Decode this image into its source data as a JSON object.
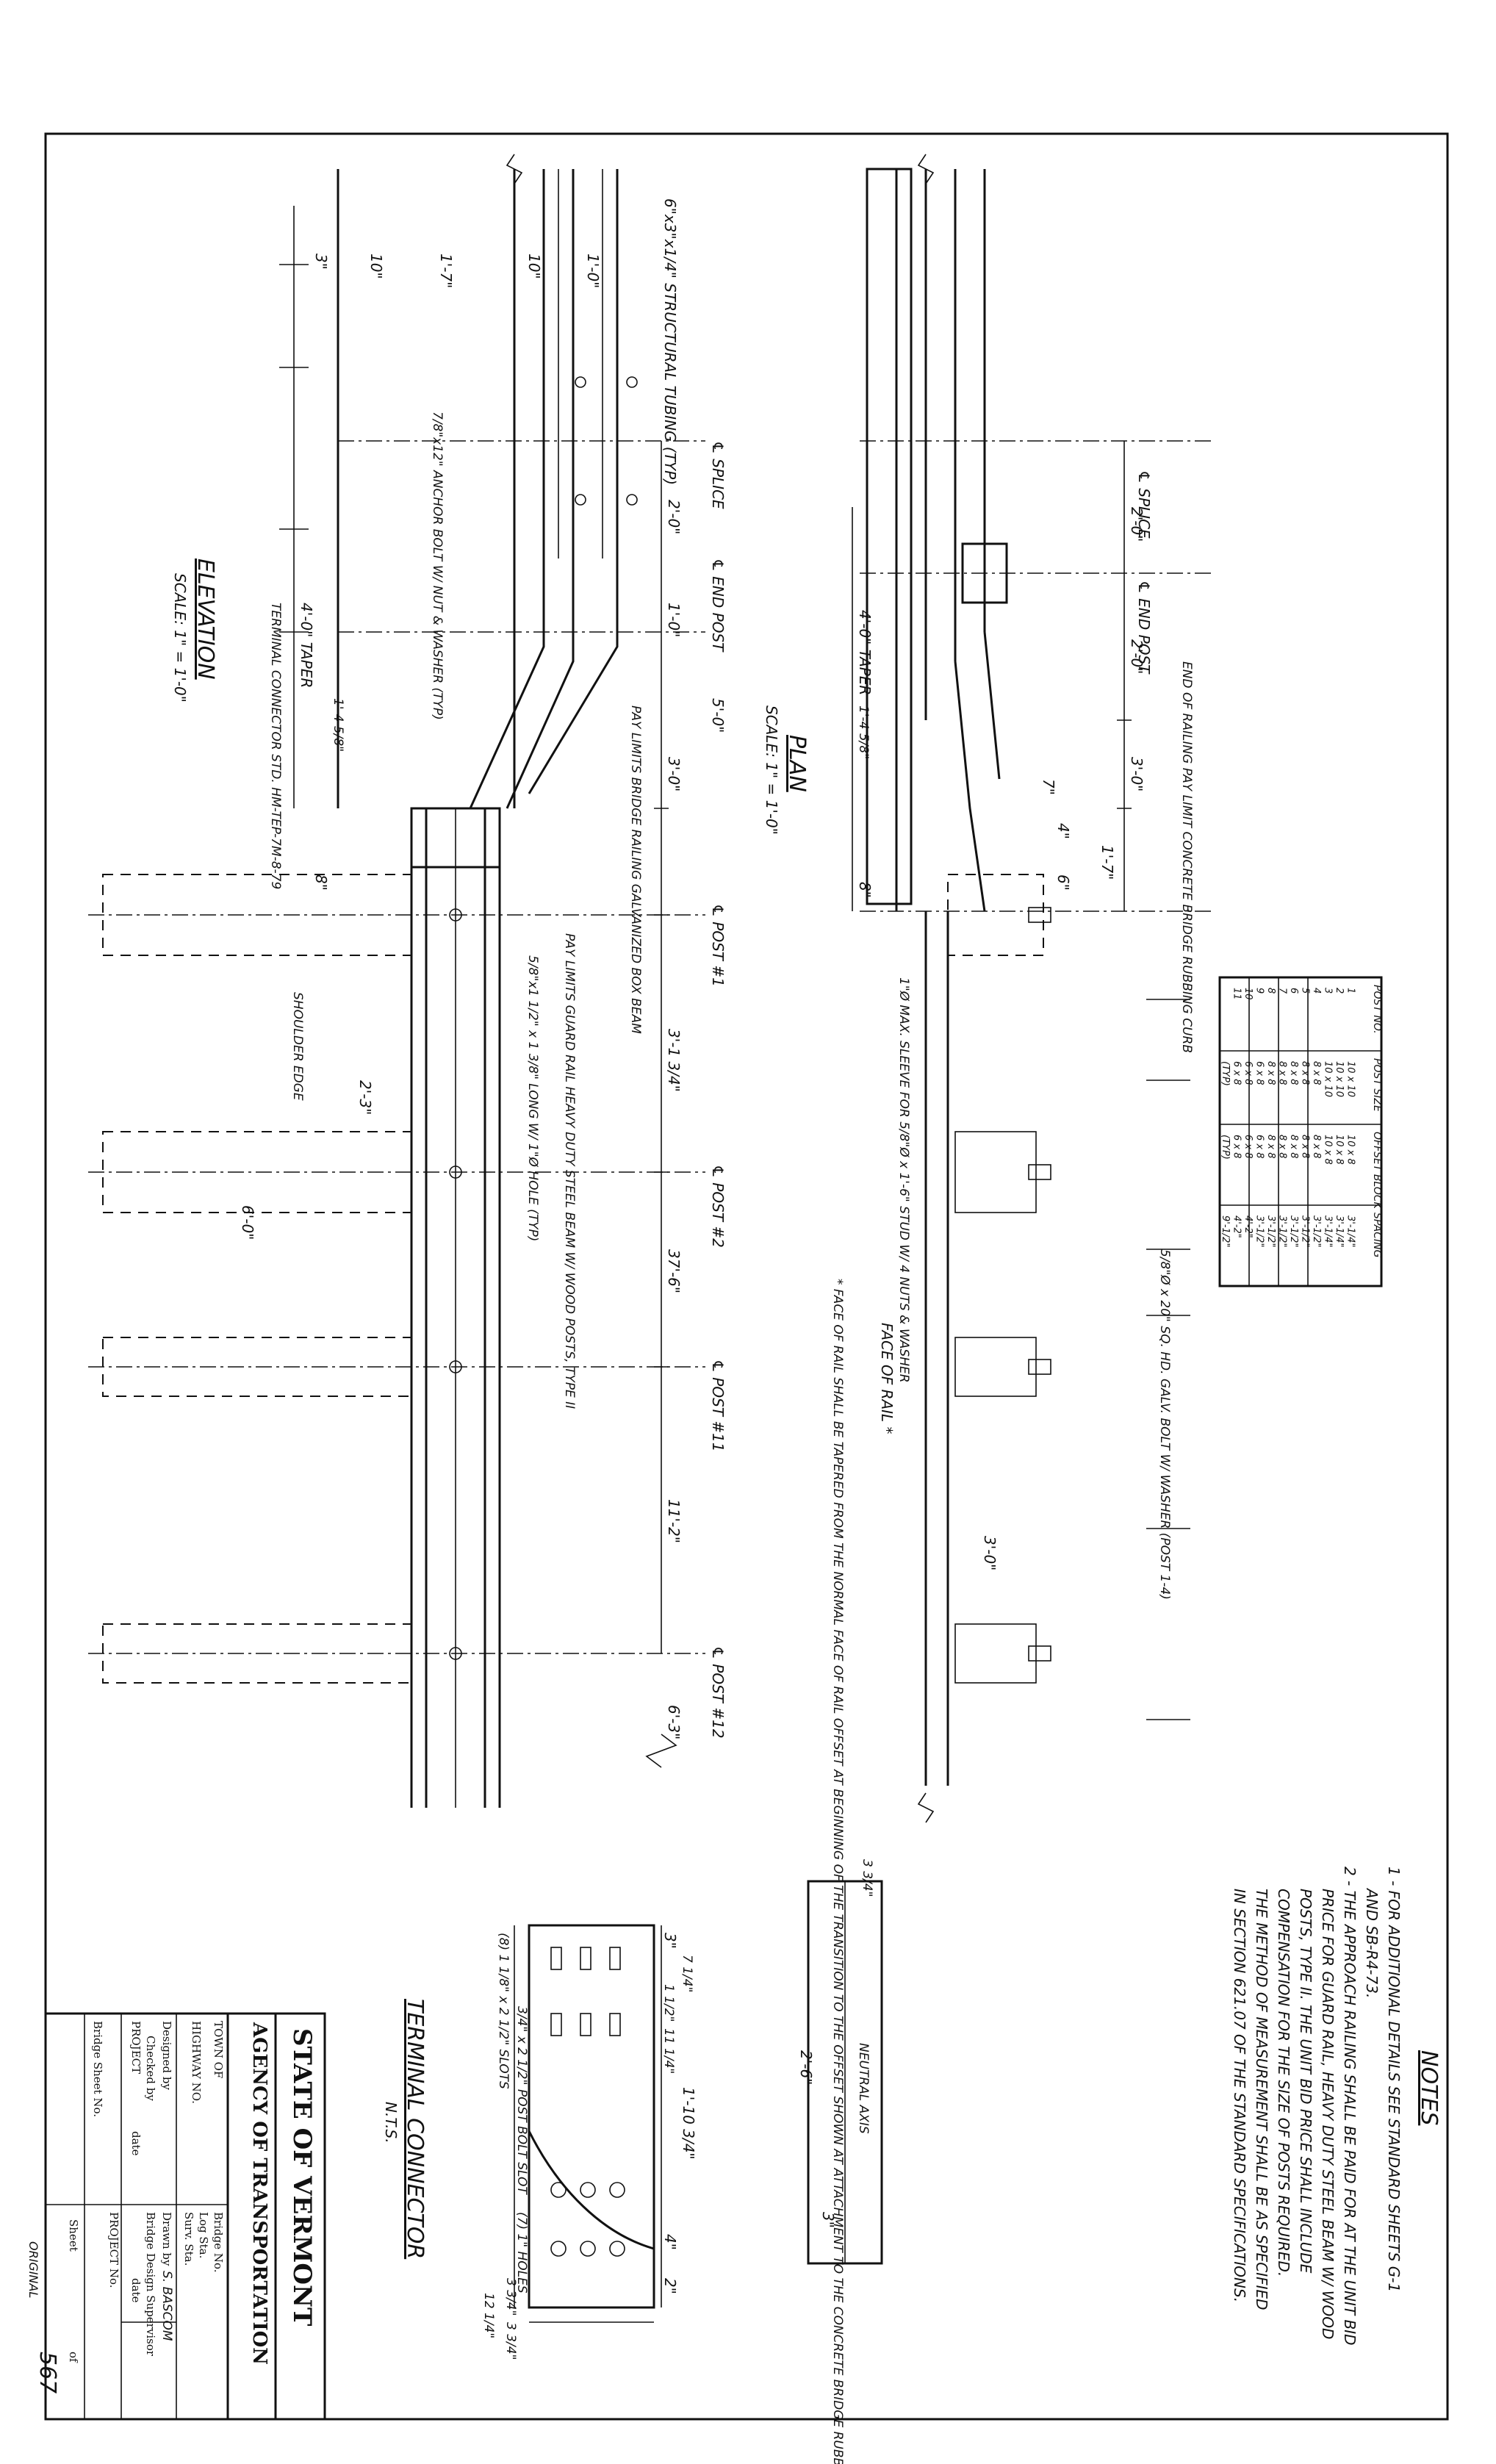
{
  "views": {
    "elevation": {
      "title": "ELEVATION",
      "scale": "SCALE: 1\" = 1'-0\""
    },
    "plan": {
      "title": "PLAN",
      "scale": "SCALE: 1\" = 1'-0\""
    },
    "terminal_connector": {
      "title": "TERMINAL CONNECTOR",
      "scale": "N.T.S."
    }
  },
  "notes": {
    "title": "NOTES",
    "items": [
      "1 - FOR ADDITIONAL DETAILS SEE STANDARD SHEETS G-1",
      "AND SB-R4-73.",
      "2 - THE APPROACH RAILING SHALL BE PAID FOR AT THE UNIT BID",
      "PRICE FOR GUARD RAIL, HEAVY DUTY STEEL BEAM W/ WOOD",
      "POSTS, TYPE II. THE UNIT BID PRICE SHALL INCLUDE",
      "COMPENSATION FOR THE SIZE OF POSTS REQUIRED.",
      "THE METHOD OF MEASUREMENT SHALL BE AS SPECIFIED",
      "IN SECTION 621.07 OF THE STANDARD SPECIFICATIONS."
    ]
  },
  "post_table": {
    "headers": [
      "POST NO.",
      "POST SIZE",
      "OFFSET BLOCK",
      "SPACING"
    ],
    "rows": [
      [
        "1",
        "10 x 10",
        "10 x 8",
        "3'-1/4\""
      ],
      [
        "2",
        "10 x 10",
        "10 x 8",
        "3'-1/4\""
      ],
      [
        "3",
        "10 x 10",
        "10 x 8",
        "3'-1/4\""
      ],
      [
        "4",
        "8 x 8",
        "8 x 8",
        "3'-1/2\""
      ],
      [
        "5",
        "8 x 8",
        "8 x 8",
        "3'-1/2\""
      ],
      [
        "6",
        "8 x 8",
        "8 x 8",
        "3'-1/2\""
      ],
      [
        "7",
        "8 x 8",
        "8 x 8",
        "3'-1/2\""
      ],
      [
        "8",
        "8 x 8",
        "8 x 8",
        "3'-1/2\""
      ],
      [
        "9",
        "6 x 8",
        "6 x 8",
        "3'-1/2\""
      ],
      [
        "10",
        "6 x 8",
        "6 x 8",
        "4'-2\""
      ],
      [
        "11",
        "6 x 8",
        "6 x 8",
        "4'-2\""
      ],
      [
        "",
        "(TYP)",
        "(TYP)",
        "9'-1/2\""
      ]
    ]
  },
  "elevation_labels": {
    "tubing": "6\"x3\"x1/4\" STRUCTURAL TUBING (TYP)",
    "anchor_bolt": "7/8\"x12\" ANCHOR BOLT W/ NUT & WASHER (TYP)",
    "splice": "℄ SPLICE",
    "end_post": "℄ END POST",
    "dim_5ft": "5'-0\"",
    "taper": "4'-0\" TAPER",
    "terminal_connector": "TERMINAL CONNECTOR STD. HM-TEP-7M-8-79",
    "dim_3_left": "3\"",
    "dim_10a": "10\"",
    "dim_1_7": "1'-7\"",
    "dim_10b": "10\"",
    "dim_1_0": "1'-0\"",
    "dim_2_0": "2'-0\"",
    "dim_1_0b": "1'-0\"",
    "dim_3_0": "3'-0\"",
    "dim_1_4": "1'-4 5/8\"",
    "dim_8": "8\"",
    "pay_limits_bridge": "PAY LIMITS BRIDGE RAILING GALVANIZED BOX BEAM",
    "pay_limits_guard": "PAY LIMITS GUARD RAIL HEAVY DUTY STEEL BEAM W/ WOOD POSTS, TYPE II",
    "bolt_label": "5/8\"x1 1/2\" x 1 3/8\" LONG W/ 1\"Ø HOLE (TYP)",
    "post1": "℄ POST #1",
    "post2": "℄ POST #2",
    "post11": "℄ POST #11",
    "post12": "℄ POST #12",
    "dim_3_1": "3'-1 3/4\"",
    "dim_37_6": "37'-6\"",
    "dim_11_2": "11'-2\"",
    "dim_6_3": "6'-3\"",
    "shoulder": "SHOULDER EDGE",
    "dim_2_3": "2'-3\"",
    "dim_6_0": "6'-0\""
  },
  "plan_labels": {
    "end_of_railing": "END OF RAILING PAY LIMIT CONCRETE BRIDGE RUBBING CURB",
    "splice": "℄ SPLICE",
    "end_post": "℄ END POST",
    "dim_2_0a": "2'-0\"",
    "dim_2_0b": "2'-0\"",
    "dim_3_0": "3'-0\"",
    "dim_1_7": "1'-7\"",
    "taper": "4'-0\" TAPER",
    "dim_1_4": "1'-4 5/8\"",
    "dim_7": "7\"",
    "dim_8": "8\"",
    "dim_6": "6\"",
    "dim_4": "4\"",
    "slot_label": "1\"Ø MAX. SLEEVE FOR 5/8\"Ø x 1'-6\" STUD W/ 4 NUTS & WASHER",
    "bolt_label": "5/8\"Ø x 20\" SQ. HD. GALV. BOLT W/ WASHER (POST 1-4)",
    "face_of_rail": "FACE OF RAIL *",
    "footnote": "* FACE OF RAIL SHALL BE TAPERED FROM THE NORMAL FACE OF RAIL OFFSET AT BEGINNING OF THE TRANSITION TO THE OFFSET SHOWN AT ATTACHMENT TO THE CONCRETE BRIDGE RUBBING CURB.",
    "dim_3_0b": "3'-0\""
  },
  "connector_labels": {
    "neutral_axis": "NEUTRAL AXIS",
    "dim_3_3_4": "3 3/4\"",
    "dim_2_6": "2'-6\"",
    "dim_3": "3\"",
    "dim_3b": "3\"",
    "dim_7_1_4": "7 1/4\"",
    "dim_11_1_2": "1 1/2\"",
    "dim_11_3_4": "11 1/4\"",
    "dim_1_10": "1'-10 3/4\"",
    "dim_4": "4\"",
    "dim_2": "2\"",
    "slot_label": "(8) 1 1/8\" x 2 1/2\" SLOTS",
    "post_bolt": "3/4\" x 2 1/2\" POST BOLT SLOT",
    "holes": "(7) 1\" HOLES",
    "dim_3_3a": "3 3/4\"",
    "dim_3_3b": "3 3/4\"",
    "dim_12": "12 1/4\""
  },
  "title_block": {
    "state": "STATE OF VERMONT",
    "agency": "AGENCY OF TRANSPORTATION",
    "town_of": "TOWN OF",
    "highway_no": "HIGHWAY NO.",
    "bridge_no": "Bridge No.",
    "log_sta": "Log Sta.",
    "surv_sta": "Surv. Sta.",
    "designed_by": "Designed by",
    "checked_by": "Checked by",
    "drawn_by": "Drawn by",
    "drawn_by_value": "S. BASCOM",
    "bridge_design_supervisor": "Bridge Design Supervisor",
    "project": "PROJECT",
    "date": "date",
    "date2": "date",
    "project_no": "PROJECT No.",
    "bridge_sheet_no": "Bridge Sheet No.",
    "sheet": "Sheet",
    "of": "of",
    "page_number": "567",
    "original": "ORIGINAL"
  }
}
